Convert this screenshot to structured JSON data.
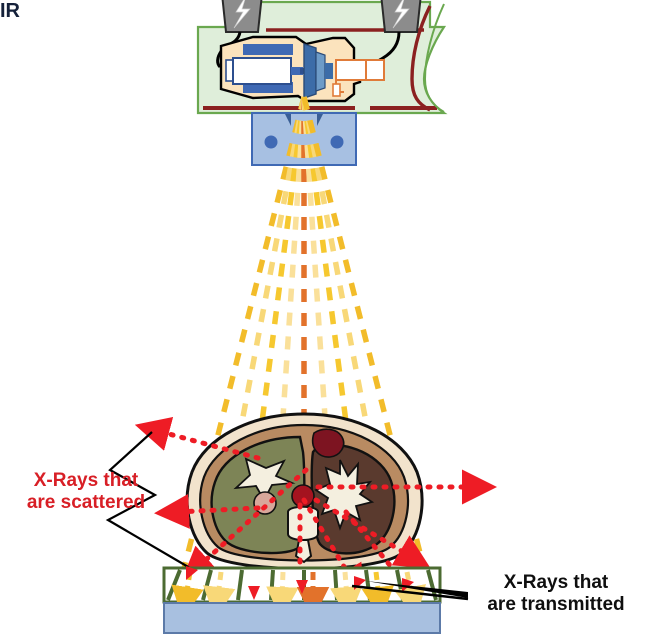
{
  "diagram": {
    "title": "X-ray imaging chain: tube, collimator, patient, anti-scatter grid and image receptor",
    "labels": {
      "scattered_line1": "X-Rays that",
      "scattered_line2": "are scattered",
      "transmitted_line1": "X-Rays that",
      "transmitted_line2": "are transmitted",
      "image_receptor": "IR"
    },
    "colors": {
      "scatter_text": "#d81f26",
      "transmit_text": "#0f0f0f",
      "scatter_ray": "#ee1c25",
      "primary_beam_gold": "#f6c324",
      "primary_beam_pale": "#fbdd78",
      "central_ray": "#e2722b",
      "housing_green": "#dfeeda",
      "housing_outline": "#6aa84f",
      "housing_lining": "#8b2020",
      "tube_envelope": "#fbe3bd",
      "cathode_blue": "#3f69b4",
      "anode_blue": "#3c6ca8",
      "collimator_blue": "#a7c0e2",
      "collimator_outline": "#3f69b4",
      "grid_septa": "#4c6b32",
      "receptor_blue": "#a8c0e0",
      "receptor_outline": "#5c7aa8",
      "skin": "#f2e3cc",
      "body_wall": "#b98b62",
      "lung_green": "#7d8456",
      "liver_brown": "#5a3a2e",
      "heart_dark_red": "#7d1421",
      "vessel_red": "#a4131f",
      "bone_cream": "#f4efdf",
      "connector_gray": "#8c8c8c"
    },
    "components": [
      {
        "name": "high-voltage-connector-left",
        "symbol": "lightning-bolt"
      },
      {
        "name": "high-voltage-connector-right",
        "symbol": "lightning-bolt"
      },
      {
        "name": "tube-housing",
        "symbol": "green-shell"
      },
      {
        "name": "x-ray-tube-insert",
        "symbol": "glass-envelope"
      },
      {
        "name": "cathode-filament-assembly",
        "symbol": "cylinder"
      },
      {
        "name": "rotating-anode-disc",
        "symbol": "disc"
      },
      {
        "name": "stator-windings",
        "symbol": "blue-bars"
      },
      {
        "name": "collimator",
        "symbol": "blue-box"
      },
      {
        "name": "primary-beam",
        "symbol": "dashed-ray-fan"
      },
      {
        "name": "patient-cross-section",
        "symbol": "abdomen-slice"
      },
      {
        "name": "anti-scatter-grid",
        "symbol": "angled-septa"
      },
      {
        "name": "image-receptor",
        "symbol": "detector-panel"
      }
    ],
    "beam": {
      "ray_count": 9,
      "central_ray_index": 5,
      "scatter_arrow_count": 8
    }
  }
}
